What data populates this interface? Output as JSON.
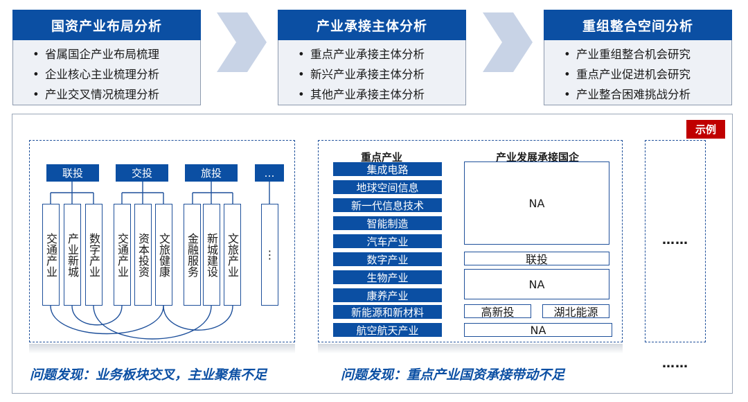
{
  "columns": [
    {
      "title": "国资产业布局分析",
      "items": [
        "省属国企产业布局梳理",
        "企业核心主业梳理分析",
        "产业交叉情况梳理分析"
      ]
    },
    {
      "title": "产业承接主体分析",
      "items": [
        "重点产业承接主体分析",
        "新兴产业承接主体分析",
        "其他产业承接主体分析"
      ]
    },
    {
      "title": "重组整合空间分析",
      "items": [
        "产业重组整合机会研究",
        "重点产业促进机会研究",
        "产业整合困难挑战分析"
      ]
    }
  ],
  "example_label": "示例",
  "groups": [
    {
      "label": "联投",
      "industries": [
        "交通产业",
        "产业新城",
        "数字产业"
      ]
    },
    {
      "label": "交投",
      "industries": [
        "交通产业",
        "资本投资",
        "文旅健康"
      ]
    },
    {
      "label": "旅投",
      "industries": [
        "金融服务",
        "新城建设",
        "文旅产业"
      ]
    },
    {
      "label": "…",
      "industries": [
        "⋮"
      ]
    }
  ],
  "headers": {
    "industry": "重点产业",
    "enterprise": "产业发展承接国企"
  },
  "key_industries": [
    "集成电路",
    "地球空间信息",
    "新一代信息技术",
    "智能制造",
    "汽车产业",
    "数字产业",
    "生物产业",
    "康养产业",
    "新能源和新材料",
    "航空航天产业"
  ],
  "enterprise_boxes": {
    "na_top": "NA",
    "lian_tou": "联投",
    "na_mid": "NA",
    "gao_xin_tou": "高新投",
    "hubei_energy": "湖北能源",
    "na_bottom": "NA"
  },
  "more_dots": "……",
  "bottom_dots": "……",
  "findings": {
    "left": "问题发现：业务板块交叉，主业聚焦不足",
    "right": "问题发现：重点产业国资承接带动不足"
  },
  "colors": {
    "primary": "#0b4fa3",
    "accent": "#c00000",
    "border": "#1d4f9a"
  }
}
